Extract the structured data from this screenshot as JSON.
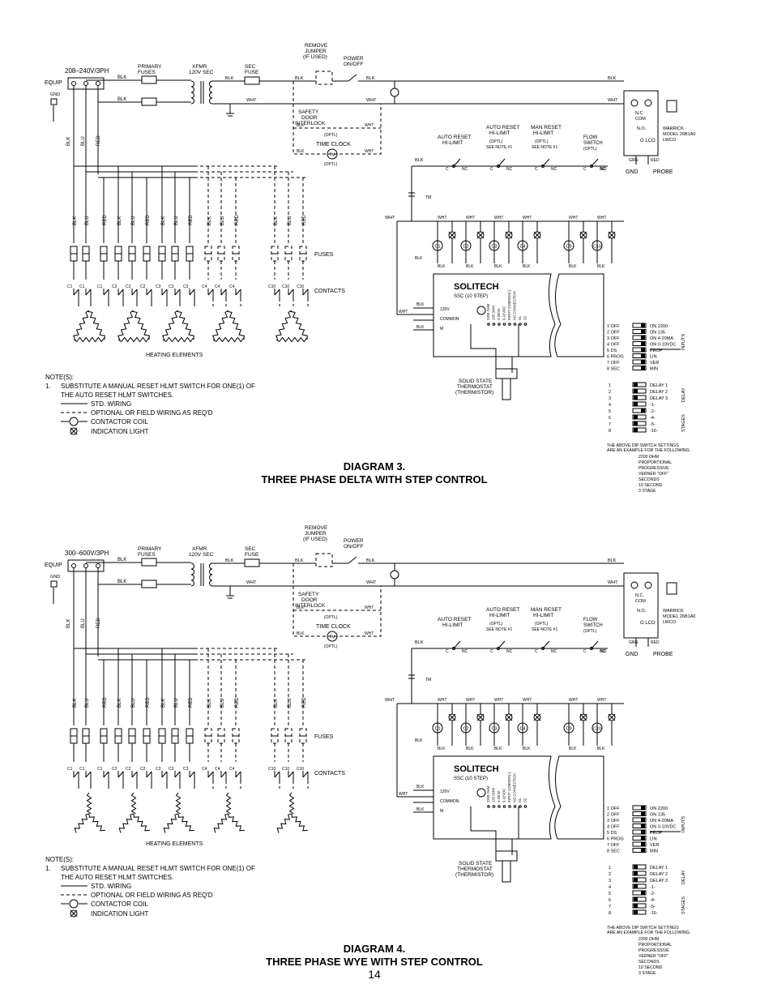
{
  "page_number": "14",
  "diagrams": [
    {
      "voltage": "208–240V/3PH",
      "caption_line1": "DIAGRAM 3.",
      "caption_line2": "THREE PHASE DELTA WITH STEP CONTROL",
      "element_type": "delta"
    },
    {
      "voltage": "300–600V/3PH",
      "caption_line1": "DIAGRAM 4.",
      "caption_line2": "THREE PHASE WYE WITH STEP CONTROL",
      "element_type": "wye"
    }
  ],
  "labels": {
    "equip": "EQUIP",
    "gnd": "GND",
    "primary_fuses_1": "PRIMARY",
    "primary_fuses_2": "FUSES",
    "xfmr_1": "XFMR",
    "xfmr_2": "120V SEC",
    "sec_fuse_1": "SEC",
    "sec_fuse_2": "FUSE",
    "jumper_1": "REMOVE",
    "jumper_2": "JUMPER",
    "jumper_3": "(IF USED)",
    "power_1": "POWER",
    "power_2": "ON/OFF",
    "safety_1": "SAFETY",
    "safety_2": "DOOR",
    "safety_3": "INTERLOCK",
    "optl": "(OPTL)",
    "time_clock": "TIME CLOCK",
    "tm": "TM",
    "auto_reset_1": "AUTO RESET",
    "auto_reset_2": "HI-LIMIT",
    "auto_hi_1": "AUTO RESET",
    "auto_hi_2": "HI-LIMIT",
    "man_reset_1": "MAN RESET",
    "man_reset_2": "HI-LIMIT",
    "see_note": "SEE NOTE #1",
    "flow_1": "FLOW",
    "flow_2": "SWITCH",
    "warrick_1": "WARRICK",
    "warrick_2": "MODEL  26B1A0",
    "warrick_3": "LWCO",
    "nc": "N.C.",
    "com": "COM",
    "no": "N.O.",
    "g_lco": "G LCO",
    "gnd_probe": "GND",
    "probe": "PROBE",
    "grn": "GRN",
    "red": "RED",
    "blk": "BLK",
    "wht": "WHT",
    "blu": "BLU",
    "c": "C",
    "nc_small": "NC",
    "no_small": "NO",
    "fuses": "FUSES",
    "contacts": "CONTACTS",
    "heating_elements": "HEATING ELEMENTS",
    "solitech_1": "SOLITECH",
    "solitech_2": "SSC (10 STEP)",
    "v120": "120V",
    "common": "COMMON",
    "m": "M",
    "sensor_1": "SOLID  STATE",
    "sensor_2": "THERMOSTAT",
    "sensor_3": "(THERMISTOR)"
  },
  "contacts": [
    "C1",
    "C1",
    "C1",
    "C2",
    "C2",
    "C2",
    "C3",
    "C3",
    "C3",
    "C4",
    "C4",
    "C4",
    "C10",
    "C10",
    "C10"
  ],
  "phase_wires": [
    "BLK",
    "BLU",
    "RED",
    "BLK",
    "BLU",
    "RED",
    "BLK",
    "BLU",
    "RED",
    "BLK",
    "BLU",
    "RED",
    "BLK",
    "BLU",
    "RED"
  ],
  "coils": [
    "C1",
    "C2",
    "C3",
    "C4",
    "C9",
    "C10"
  ],
  "terminals": [
    "2200 OHM",
    "135 OHM",
    "4-20mA",
    "0-10VDC",
    "INPUT COMMON(-)",
    "NO CONNECTION",
    "S1",
    "S2"
  ],
  "dip_inputs": [
    [
      "1 OFF",
      "ON 2200"
    ],
    [
      "2 OFF",
      "ON 135"
    ],
    [
      "3 OFF",
      "ON 4-20MA"
    ],
    [
      "4 OFF",
      "ON 0-10VDC"
    ],
    [
      "5 DS",
      "PROP"
    ],
    [
      "6 PROG",
      "LIN"
    ],
    [
      "7 OFF",
      "VER"
    ],
    [
      "8 SEC",
      "MIN"
    ]
  ],
  "dip_inputs_title": "INPUTS",
  "dip_delay": [
    [
      "1",
      "DELAY 1"
    ],
    [
      "2",
      "DELAY 2"
    ],
    [
      "3",
      "DELAY 3"
    ]
  ],
  "dip_delay_title": "DELAY",
  "dip_stages": [
    [
      "4",
      "-1-"
    ],
    [
      "5",
      "-2-"
    ],
    [
      "6",
      "-4-"
    ],
    [
      "7",
      "-5-"
    ],
    [
      "8",
      "-16-"
    ]
  ],
  "dip_stages_title": "STAGES",
  "dip_note_1": "THE ABOVE DIP SWITCH SETTINGS",
  "dip_note_2": "ARE AN EXAMPLE FOR THE FOLLOWING:",
  "dip_example": [
    "2200 OHM",
    "PROPORTIONAL",
    "PROGRESSIVE",
    "VERNER \"OFF\"",
    "SECONDS",
    "10 SECOND",
    "3 STAGE"
  ],
  "notes_heading": "NOTE(S):",
  "note_num": "1.",
  "note_1a": "SUBSTITUTE A MANUAL RESET HLMT SWITCH FOR ONE(1) OF",
  "note_1b": "THE AUTO RESET HLMT SWITCHES.",
  "legend": {
    "std": "STD. WIRING",
    "optional": "OPTIONAL OR FIELD WIRING AS REQ'D",
    "coil": "CONTACTOR COIL",
    "light": "INDICATION LIGHT"
  }
}
